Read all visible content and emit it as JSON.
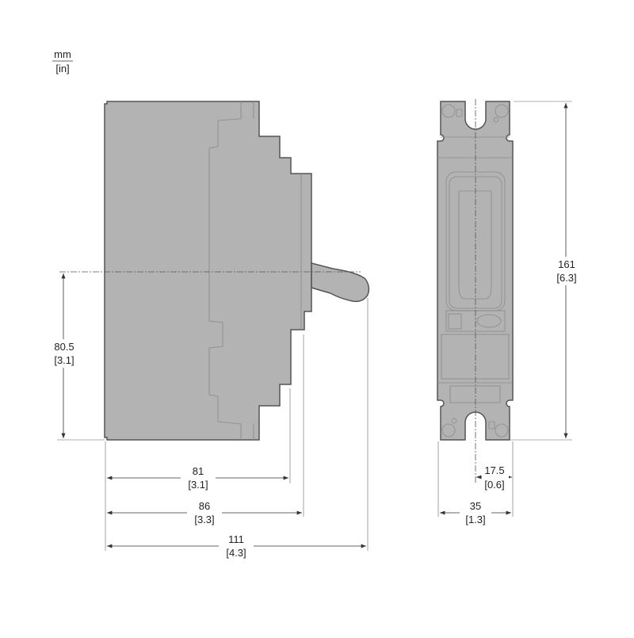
{
  "units": {
    "primary": "mm",
    "secondary": "[in]"
  },
  "side_view": {
    "dimensions": [
      {
        "name": "center-height",
        "mm": "80.5",
        "in": "[3.1]"
      },
      {
        "name": "body-depth",
        "mm": "81",
        "in": "[3.1]"
      },
      {
        "name": "cover-depth",
        "mm": "86",
        "in": "[3.3]"
      },
      {
        "name": "overall-depth",
        "mm": "111",
        "in": "[4.3]"
      }
    ]
  },
  "front_view": {
    "dimensions": [
      {
        "name": "height",
        "mm": "161",
        "in": "[6.3]"
      },
      {
        "name": "half-width",
        "mm": "17.5",
        "in": "[0.6]"
      },
      {
        "name": "width",
        "mm": "35",
        "in": "[1.3]"
      }
    ]
  },
  "colors": {
    "body": "#b3b3b3",
    "outline": "#555555"
  }
}
